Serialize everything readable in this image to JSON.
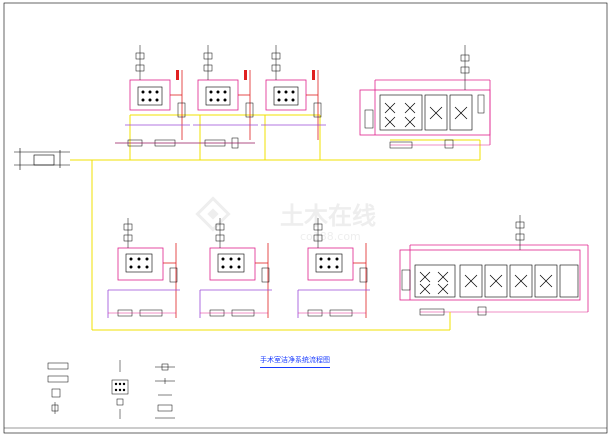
{
  "drawing": {
    "title": "手术室洁净系统流程图",
    "watermark_text": "土木在线",
    "watermark_domain": "co188.com"
  },
  "colors": {
    "frame": "#000000",
    "supply_main": "#f0e000",
    "return_pipe": "#e0208c",
    "red_pipe": "#e02020",
    "purple_pipe": "#9a4ad8",
    "equipment": "#000000",
    "title": "#1a3cff",
    "watermark": "#d8d8d8"
  }
}
